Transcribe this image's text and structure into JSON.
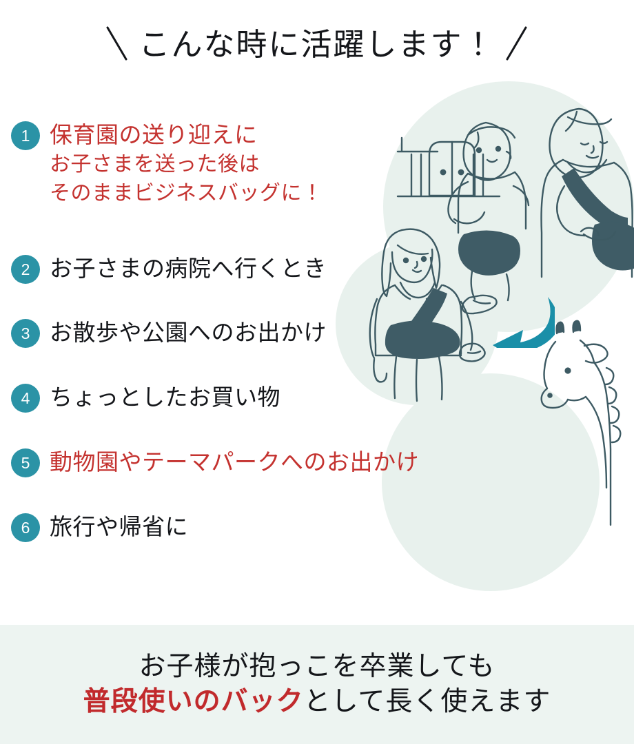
{
  "headline": {
    "left_slash": "＼",
    "text": "こんな時に活躍します！",
    "right_slash": "／"
  },
  "colors": {
    "badge_teal": "#2b93a6",
    "accent_red": "#c4322f",
    "banner_red": "#c12a2c",
    "text_dark": "#14161a",
    "banner_bg": "#edf4f1",
    "illustration_ink": "#3d5a63",
    "illustration_fill": "#3f5c66",
    "mint_circle": "#e8f1ed",
    "arrow_teal": "#1a8fa8"
  },
  "list": {
    "items": [
      {
        "number": "1",
        "title": "保育園の送り迎えに",
        "title_color": "red",
        "sub_lines": [
          "お子さまを送った後は",
          "そのままビジネスバッグに！"
        ]
      },
      {
        "number": "2",
        "title": "お子さまの病院へ行くとき",
        "title_color": "dark",
        "sub_lines": []
      },
      {
        "number": "3",
        "title": "お散歩や公園へのお出かけ",
        "title_color": "dark",
        "sub_lines": []
      },
      {
        "number": "4",
        "title": "ちょっとしたお買い物",
        "title_color": "dark",
        "sub_lines": []
      },
      {
        "number": "5",
        "title": "動物園やテーマパークへのお出かけ",
        "title_color": "red",
        "sub_lines": []
      },
      {
        "number": "6",
        "title": "旅行や帰省に",
        "title_color": "dark",
        "sub_lines": []
      }
    ]
  },
  "banner": {
    "line1": "お子様が抱っこを卒業しても",
    "line2_highlight": "普段使いのバック",
    "line2_rest": "として長く使えます"
  },
  "illustrations": {
    "scene_top": "parent-holding-child-at-nursery-gate",
    "scene_middle": "woman-wearing-sling-bag",
    "scene_bottom": "woman-carrying-child",
    "decoration_giraffe": "giraffe-head",
    "arrow": "curved-down-left-arrow"
  }
}
